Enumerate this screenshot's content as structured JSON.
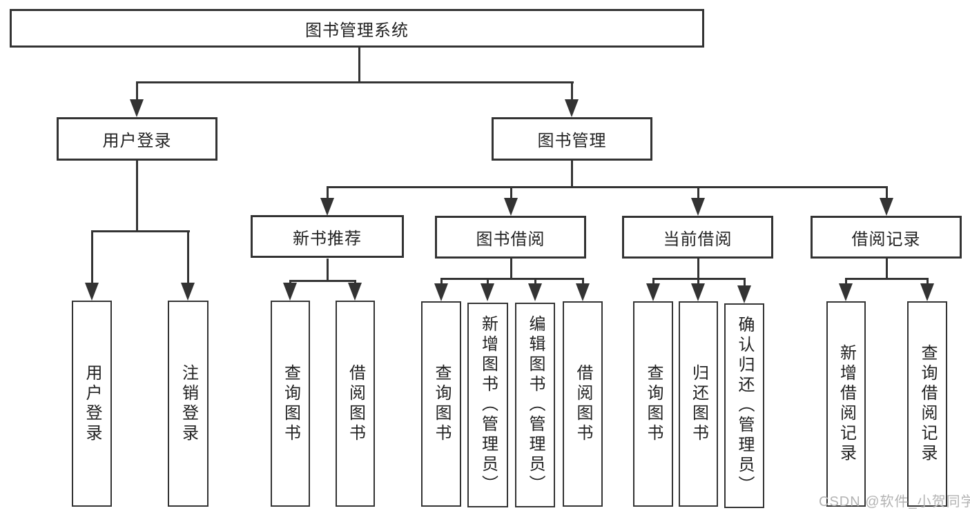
{
  "colors": {
    "line": "#333333",
    "ink": "#222222",
    "watermark_color": "#b3b3b3"
  },
  "tree": {
    "label": "图书管理系统",
    "children": [
      {
        "label": "用户登录",
        "children": [
          {
            "label": "用户登录"
          },
          {
            "label": "注销登录"
          }
        ]
      },
      {
        "label": "图书管理",
        "children": [
          {
            "label": "新书推荐",
            "children": [
              {
                "label": "查询图书"
              },
              {
                "label": "借阅图书"
              }
            ]
          },
          {
            "label": "图书借阅",
            "children": [
              {
                "label": "查询图书"
              },
              {
                "label": "新增图书（管理员）"
              },
              {
                "label": "编辑图书（管理员）"
              },
              {
                "label": "借阅图书"
              }
            ]
          },
          {
            "label": "当前借阅",
            "children": [
              {
                "label": "查询图书"
              },
              {
                "label": "归还图书"
              },
              {
                "label": "确认归还（管理员）"
              }
            ]
          },
          {
            "label": "借阅记录",
            "children": [
              {
                "label": "新增借阅记录"
              },
              {
                "label": "查询借阅记录"
              }
            ]
          }
        ]
      }
    ]
  },
  "watermark": {
    "text": "CSDN @软件_小贺同学"
  }
}
